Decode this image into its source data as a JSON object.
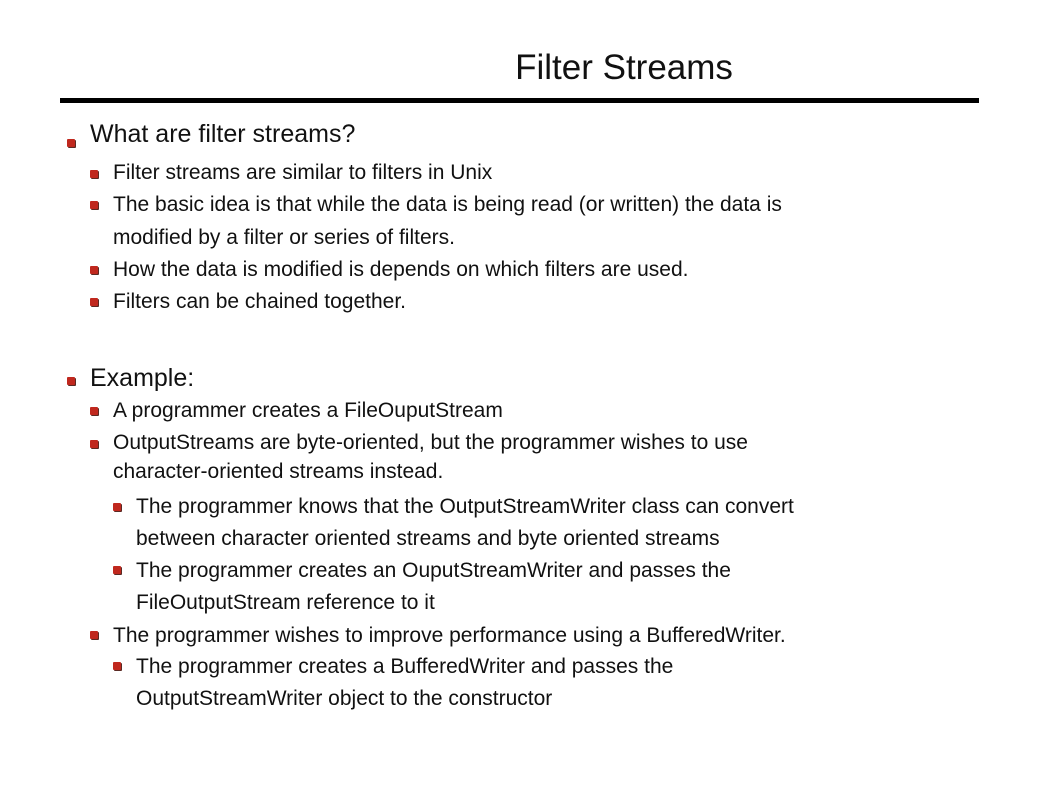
{
  "slide": {
    "title": "Filter Streams",
    "accent_color": "#c0281e",
    "bullet_icon": "red-square-bullet"
  },
  "sections": {
    "filter": {
      "heading": "What are filter streams?",
      "items": [
        "Filter streams are similar to filters in Unix",
        "The basic idea is that while the data is being read (or written) the data is",
        "modified by a filter or series of filters.",
        "How the data is modified is depends on which filters are used.",
        "Filters can be chained together."
      ]
    },
    "example": {
      "heading": "Example:",
      "items": [
        "A programmer creates a FileOuputStream",
        "OutputStreams are byte-oriented, but the programmer wishes to use",
        "character-oriented streams instead.",
        "The programmer knows that the OutputStreamWriter class can convert",
        "between character oriented streams and byte oriented streams",
        "The programmer creates an OuputStreamWriter and passes the",
        "FileOutputStream reference to it",
        "The programmer wishes to improve performance using a BufferedWriter.",
        "The programmer creates a BufferedWriter and passes the",
        "OutputStreamWriter object to the constructor"
      ]
    }
  }
}
